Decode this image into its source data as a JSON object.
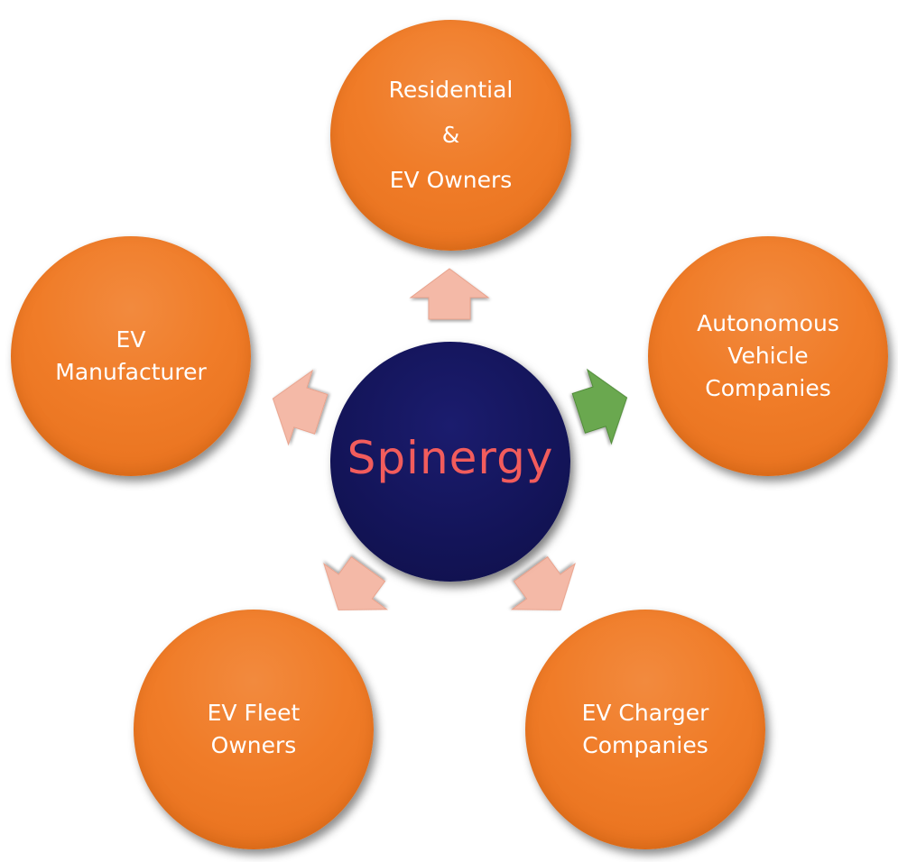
{
  "hub": {
    "label": "Spinergy"
  },
  "nodes": {
    "top": "Residential\n&\nEV Owners",
    "left": "EV\nManufacturer",
    "right": "Autonomous\nVehicle\nCompanies",
    "bottom_left": "EV Fleet\nOwners",
    "bottom_right": "EV Charger\nCompanies"
  },
  "colors": {
    "node_fill": "#f07c28",
    "hub_fill": "#131458",
    "brand_text": "#f25c5c",
    "arrow_default": "#f4b9a7",
    "arrow_highlight": "#6aa84f"
  },
  "arrows": [
    {
      "target": "top",
      "highlighted": false
    },
    {
      "target": "right",
      "highlighted": true
    },
    {
      "target": "bottom_right",
      "highlighted": false
    },
    {
      "target": "bottom_left",
      "highlighted": false
    },
    {
      "target": "left",
      "highlighted": false
    }
  ]
}
